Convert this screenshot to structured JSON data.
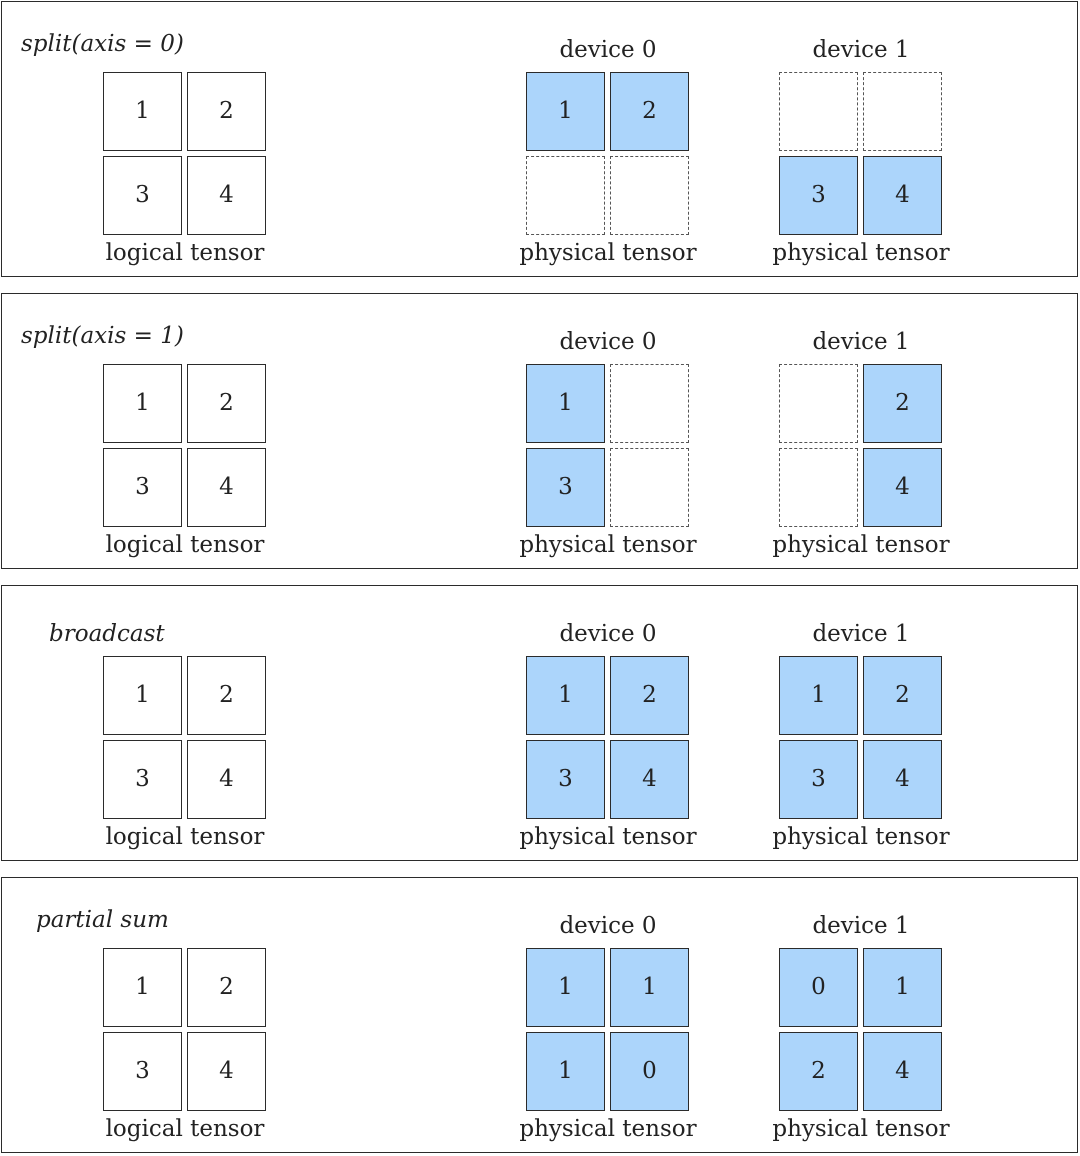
{
  "labels": {
    "logical": "logical tensor",
    "physical": "physical tensor",
    "device0": "device 0",
    "device1": "device 1"
  },
  "colors": {
    "filled_cell": "#acd5fb",
    "border": "#2b2b2b"
  },
  "panels": [
    {
      "title": "split(axis = 0)",
      "logical": [
        "1",
        "2",
        "3",
        "4"
      ],
      "device0": [
        {
          "v": "1",
          "filled": true
        },
        {
          "v": "2",
          "filled": true
        },
        {
          "v": "",
          "filled": false
        },
        {
          "v": "",
          "filled": false
        }
      ],
      "device1": [
        {
          "v": "",
          "filled": false
        },
        {
          "v": "",
          "filled": false
        },
        {
          "v": "3",
          "filled": true
        },
        {
          "v": "4",
          "filled": true
        }
      ]
    },
    {
      "title": "split(axis = 1)",
      "logical": [
        "1",
        "2",
        "3",
        "4"
      ],
      "device0": [
        {
          "v": "1",
          "filled": true
        },
        {
          "v": "",
          "filled": false
        },
        {
          "v": "3",
          "filled": true
        },
        {
          "v": "",
          "filled": false
        }
      ],
      "device1": [
        {
          "v": "",
          "filled": false
        },
        {
          "v": "2",
          "filled": true
        },
        {
          "v": "",
          "filled": false
        },
        {
          "v": "4",
          "filled": true
        }
      ]
    },
    {
      "title": "broadcast",
      "logical": [
        "1",
        "2",
        "3",
        "4"
      ],
      "device0": [
        {
          "v": "1",
          "filled": true
        },
        {
          "v": "2",
          "filled": true
        },
        {
          "v": "3",
          "filled": true
        },
        {
          "v": "4",
          "filled": true
        }
      ],
      "device1": [
        {
          "v": "1",
          "filled": true
        },
        {
          "v": "2",
          "filled": true
        },
        {
          "v": "3",
          "filled": true
        },
        {
          "v": "4",
          "filled": true
        }
      ]
    },
    {
      "title": "partial sum",
      "logical": [
        "1",
        "2",
        "3",
        "4"
      ],
      "device0": [
        {
          "v": "1",
          "filled": true
        },
        {
          "v": "1",
          "filled": true
        },
        {
          "v": "1",
          "filled": true
        },
        {
          "v": "0",
          "filled": true
        }
      ],
      "device1": [
        {
          "v": "0",
          "filled": true
        },
        {
          "v": "1",
          "filled": true
        },
        {
          "v": "2",
          "filled": true
        },
        {
          "v": "4",
          "filled": true
        }
      ]
    }
  ]
}
